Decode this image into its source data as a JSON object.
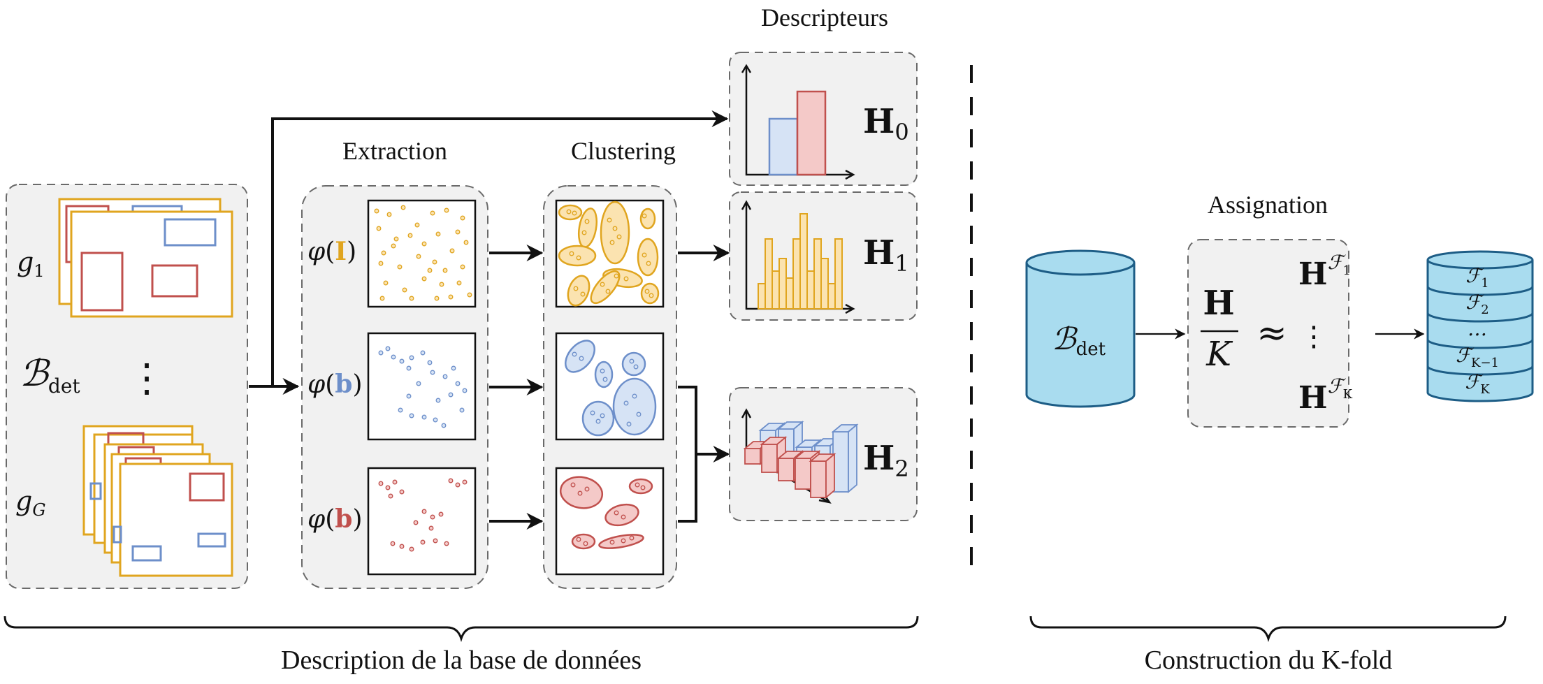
{
  "headers": {
    "extraction": "Extraction",
    "clustering": "Clustering",
    "descripteurs": "Descripteurs",
    "assignation": "Assignation"
  },
  "dataset": {
    "group_first": "g",
    "group_first_sub": "1",
    "group_last": "g",
    "group_last_sub": "G",
    "set_symbol": "ℬ",
    "set_sub": "det",
    "ellipsis": "⋮"
  },
  "extraction": {
    "phi": "φ",
    "rows": [
      {
        "arg": "I",
        "color": "#e0a51f"
      },
      {
        "arg": "b",
        "color": "#6d8fca"
      },
      {
        "arg": "b",
        "color": "#c0504d"
      }
    ]
  },
  "descriptors": [
    {
      "symbol": "H",
      "sub": "0"
    },
    {
      "symbol": "H",
      "sub": "1"
    },
    {
      "symbol": "H",
      "sub": "2"
    }
  ],
  "kfold": {
    "db_symbol": "ℬ",
    "db_sub": "det",
    "fraction_num": "H",
    "fraction_den": "K",
    "approx": "≈",
    "vdots": "⋮",
    "h_top": "H",
    "h_top_sup": "ℱ",
    "h_top_sup_sub": "1",
    "h_bottom": "H",
    "h_bottom_sup": "ℱ",
    "h_bottom_sup_sub": "K",
    "folds": [
      {
        "main": "ℱ",
        "sub": "1"
      },
      {
        "main": "ℱ",
        "sub": "2"
      },
      {
        "main": "…",
        "sub": ""
      },
      {
        "main": "ℱ",
        "sub": "K−1"
      },
      {
        "main": "ℱ",
        "sub": "K"
      }
    ]
  },
  "footer": {
    "left": "Description de la base de données",
    "right": "Construction du K-fold"
  },
  "colors": {
    "orange": "#e0a51f",
    "orange_fill": "#fbe3b0",
    "blue": "#6d8fca",
    "blue_fill": "#d6e3f5",
    "red": "#c0504d",
    "red_fill": "#f4c9c8",
    "cyl_fill": "#a9dcef",
    "cyl_stroke": "#1d5d86"
  }
}
